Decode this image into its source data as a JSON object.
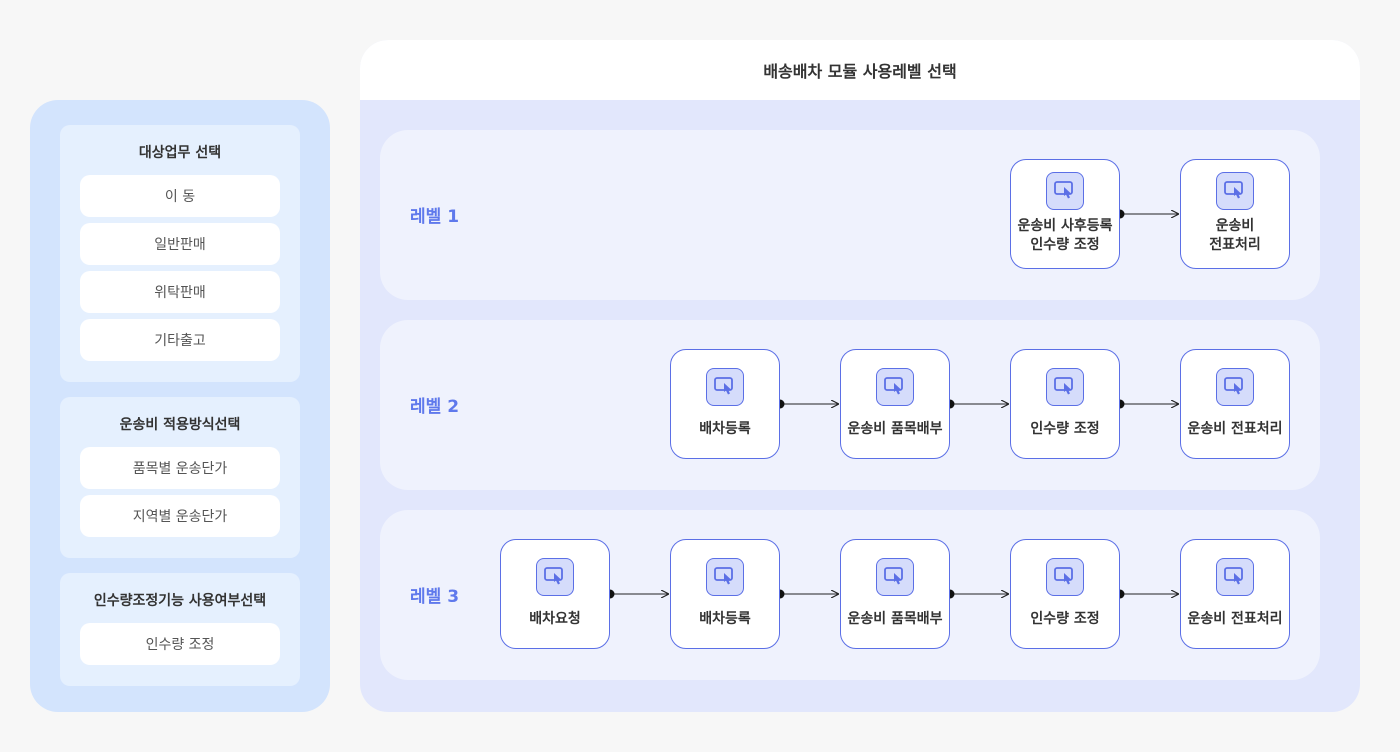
{
  "header": {
    "title": "배송배차 모듈 사용레벨 선택"
  },
  "left": {
    "groups": [
      {
        "title": "대상업무 선택",
        "options": [
          "이 동",
          "일반판매",
          "위탁판매",
          "기타출고"
        ]
      },
      {
        "title": "운송비 적용방식선택",
        "options": [
          "품목별 운송단가",
          "지역별 운송단가"
        ]
      },
      {
        "title": "인수량조정기능 사용여부선택",
        "options": [
          "인수량 조정"
        ]
      }
    ]
  },
  "levels": [
    {
      "label": "레벨 1",
      "nodes": [
        {
          "line1": "운송비 사후등록",
          "line2": "인수량 조정"
        },
        {
          "line1": "운송비",
          "line2": "전표처리"
        }
      ]
    },
    {
      "label": "레벨 2",
      "nodes": [
        {
          "line1": "배차등록"
        },
        {
          "line1": "운송비 품목배부"
        },
        {
          "line1": "인수량 조정"
        },
        {
          "line1": "운송비 전표처리"
        }
      ]
    },
    {
      "label": "레벨 3",
      "nodes": [
        {
          "line1": "배차요청"
        },
        {
          "line1": "배차등록"
        },
        {
          "line1": "운송비 품목배부"
        },
        {
          "line1": "인수량 조정"
        },
        {
          "line1": "운송비 전표처리"
        }
      ]
    }
  ],
  "icons": {
    "node": "pointer-click-icon"
  },
  "colors": {
    "accent": "#5b6fe6",
    "level_label": "#5f79ec",
    "left_panel": "#d3e4fd",
    "right_panel": "#e2e7fc"
  }
}
